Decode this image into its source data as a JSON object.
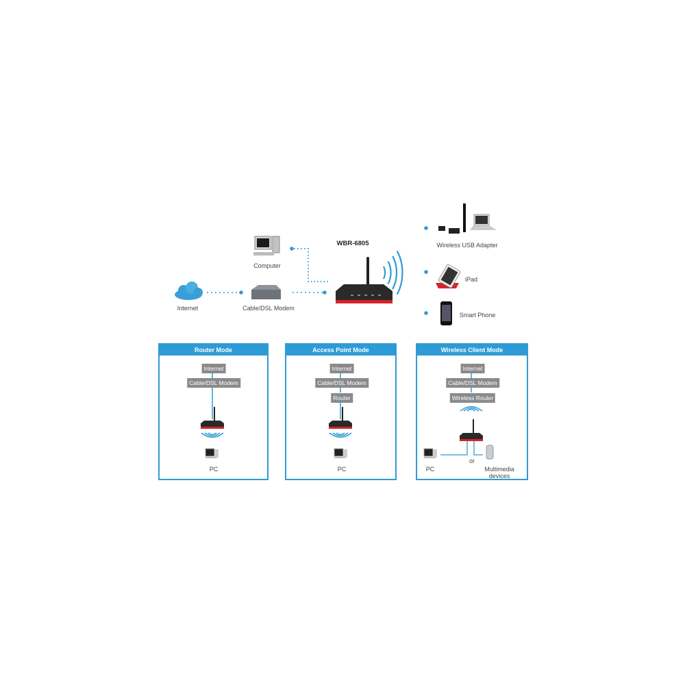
{
  "top": {
    "router_model": "WBR-6805",
    "internet": "Internet",
    "modem": "Cable/DSL Modem",
    "computer": "Computer",
    "usb_adapter": "Wireless USB Adapter",
    "ipad": "iPad",
    "smart_phone": "Smart Phone"
  },
  "panels": [
    {
      "title": "Router Mode",
      "boxes": [
        "Internet",
        "Cable/DSL Modem"
      ],
      "device": "PC"
    },
    {
      "title": "Access Point Mode",
      "boxes": [
        "Internet",
        "Cable/DSL Modem",
        "Router"
      ],
      "device": "PC"
    },
    {
      "title": "Wireless Client Mode",
      "boxes": [
        "Internet",
        "Cable/DSL Modem",
        "Wireless Router"
      ],
      "device": "PC",
      "or": "or",
      "device2": "Multimedia devices"
    }
  ],
  "colors": {
    "accent": "#2e9bd6",
    "router_red": "#d3252b",
    "box_gray": "#8a8a8a"
  }
}
